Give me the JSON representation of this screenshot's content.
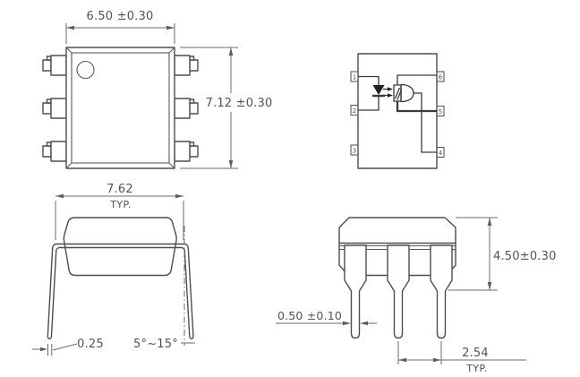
{
  "package_drawing": {
    "views": {
      "top": {
        "width_dim": "6.50 ±0.30",
        "height_dim": "7.12 ±0.30"
      },
      "schematic": {
        "pins": {
          "p1": "1",
          "p2": "2",
          "p3": "3",
          "p4": "4",
          "p5": "5",
          "p6": "6"
        }
      },
      "side": {
        "lead_span": "7.62",
        "lead_span_qual": "TYP.",
        "lead_thickness": "0.25",
        "lead_angle": "5°~15°"
      },
      "front": {
        "body_height": "4.50±0.30",
        "lead_width": "0.50 ±0.10",
        "lead_pitch": "2.54",
        "lead_pitch_qual": "TYP."
      }
    },
    "colors": {
      "object_line": "#4e4e4e",
      "dimension_line": "#6b6b6b",
      "text": "#545454",
      "background": "#ffffff"
    }
  }
}
